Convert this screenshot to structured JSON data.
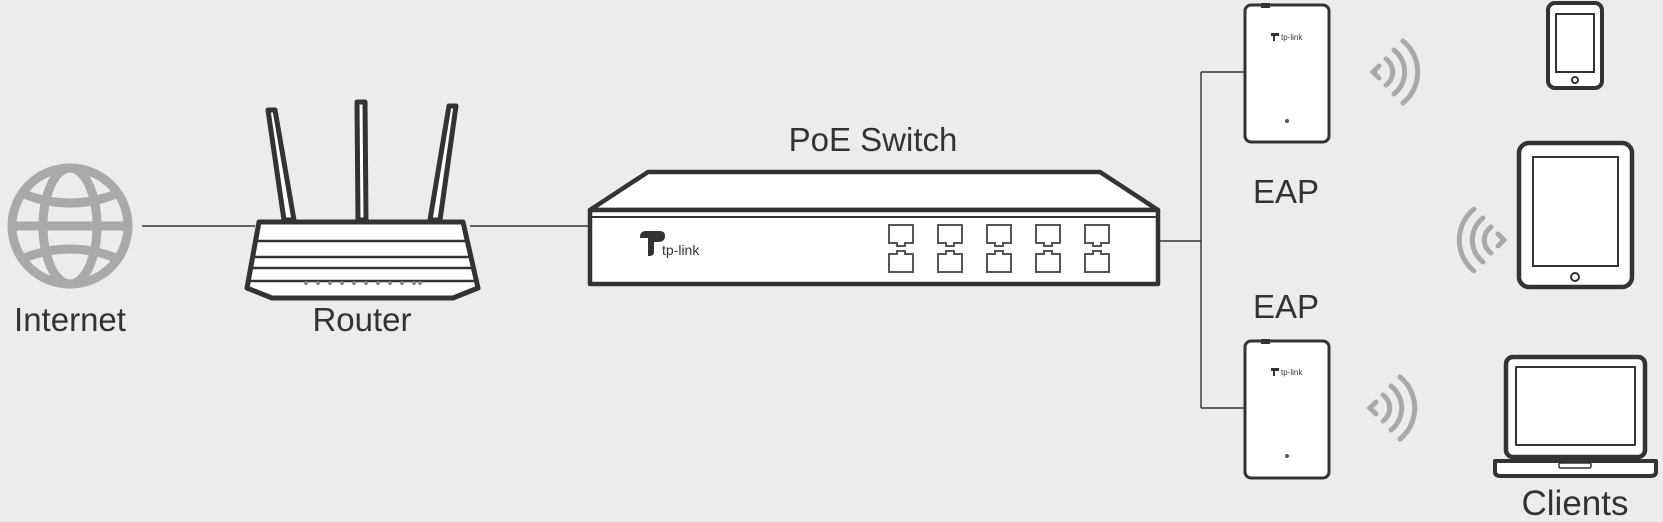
{
  "labels": {
    "internet": "Internet",
    "router": "Router",
    "poe_switch": "PoE Switch",
    "eap_top": "EAP",
    "eap_bottom": "EAP",
    "clients": "Clients"
  },
  "brand": {
    "switch_logo_text": "tp-link",
    "eap_logo_text": "tp-link"
  },
  "colors": {
    "background": "#ececec",
    "device_stroke": "#333333",
    "device_fill": "#ffffff",
    "globe": "#a9a9a9",
    "wifi_waves": "#a9a9a9",
    "cable": "#333333"
  },
  "icons": {
    "internet": "globe-icon",
    "router": "router-icon",
    "switch": "switch-icon",
    "eap": "access-point-icon",
    "phone": "smartphone-icon",
    "tablet": "tablet-icon",
    "laptop": "laptop-icon",
    "wifi": "wifi-signal-icon"
  }
}
